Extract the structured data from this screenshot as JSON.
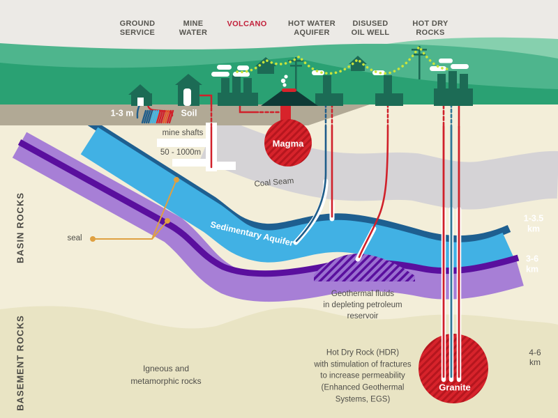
{
  "header_labels": [
    {
      "text": "GROUND\nSERVICE"
    },
    {
      "text": "MINE\nWATER"
    },
    {
      "text": "VOLCANO"
    },
    {
      "text": "HOT WATER\nAQUIFER"
    },
    {
      "text": "DISUSED\nOIL WELL"
    },
    {
      "text": "HOT DRY\nROCKS"
    }
  ],
  "annotations": {
    "depth_shallow": "1-3 m",
    "soil": "Soil",
    "mine_shafts": "mine shafts",
    "mine_depth": "50 - 1000m",
    "coal_seam": "Coal Seam",
    "sedimentary_aquifer": "Sedimentary Aquifer",
    "seal": "seal",
    "magma": "Magma",
    "granite": "Granite",
    "geothermal_fluids": "Geothermal fluids\nin depleting petroleum\nreservoir",
    "hot_dry_rock": "Hot Dry Rock (HDR)\nwith stimulation of fractures\nto increase permeability\n(Enhanced Geothermal\nSystems, EGS)",
    "igneous": "Igneous and\nmetamorphic rocks",
    "depth_aquifer": "1-3.5 km",
    "depth_seal": "3-6 km",
    "depth_granite": "4-6 km"
  },
  "side_labels": {
    "basin": "BASIN ROCKS",
    "basement": "BASEMENT ROCKS"
  },
  "colors": {
    "sky": "#eceae6",
    "hill_light": "#86d0ae",
    "hill_mid": "#4eb58d",
    "hill_main": "#2aa173",
    "building": "#1c6b55",
    "soil": "#b1a995",
    "cream": "#f3eed9",
    "khaki": "#e9e4c4",
    "coal_gray": "#d5d3d6",
    "aquifer_cyan": "#41b1e4",
    "aquifer_navy": "#1e5f90",
    "seal_lavender": "#a77fd6",
    "seal_purple": "#5a0f9e",
    "magma_red": "#d7232b",
    "power_line": "#c9e43b",
    "seal_callout": "#dfa041",
    "volcano_label": "#c2203a"
  }
}
